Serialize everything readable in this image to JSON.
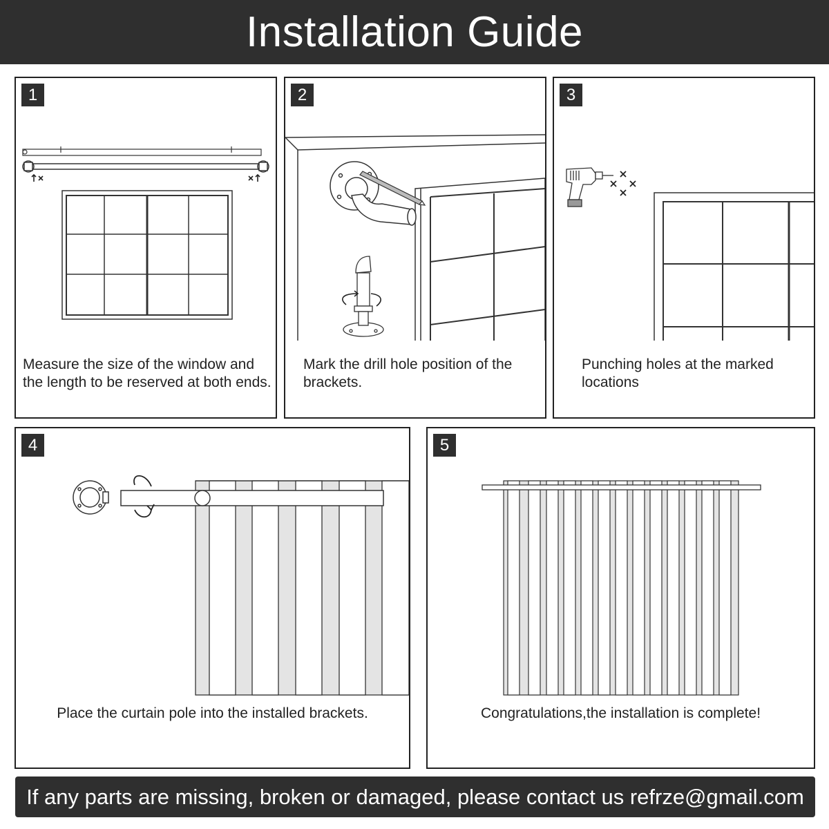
{
  "header": {
    "title": "Installation Guide"
  },
  "steps": [
    {
      "number": "1",
      "caption": "Measure the size of the window and the length to be reserved at both ends."
    },
    {
      "number": "2",
      "caption": "Mark the drill hole position of the brackets."
    },
    {
      "number": "3",
      "caption": "Punching holes at the marked locations"
    },
    {
      "number": "4",
      "caption": "Place the curtain pole into the installed brackets."
    },
    {
      "number": "5",
      "caption": "Congratulations,the installation is complete!"
    }
  ],
  "footer": {
    "text": "If any parts are missing, broken or damaged, please contact us refrze@gmail.com"
  },
  "colors": {
    "banner": "#2f2f2f",
    "line": "#222222",
    "curtain_shadow": "#e4e4e4"
  },
  "icons": [
    "ruler-icon",
    "curtain-rod-icon",
    "window-icon",
    "bracket-icon",
    "drill-icon",
    "hole-mark-icon",
    "rotate-arrow-icon",
    "curtain-icon"
  ]
}
